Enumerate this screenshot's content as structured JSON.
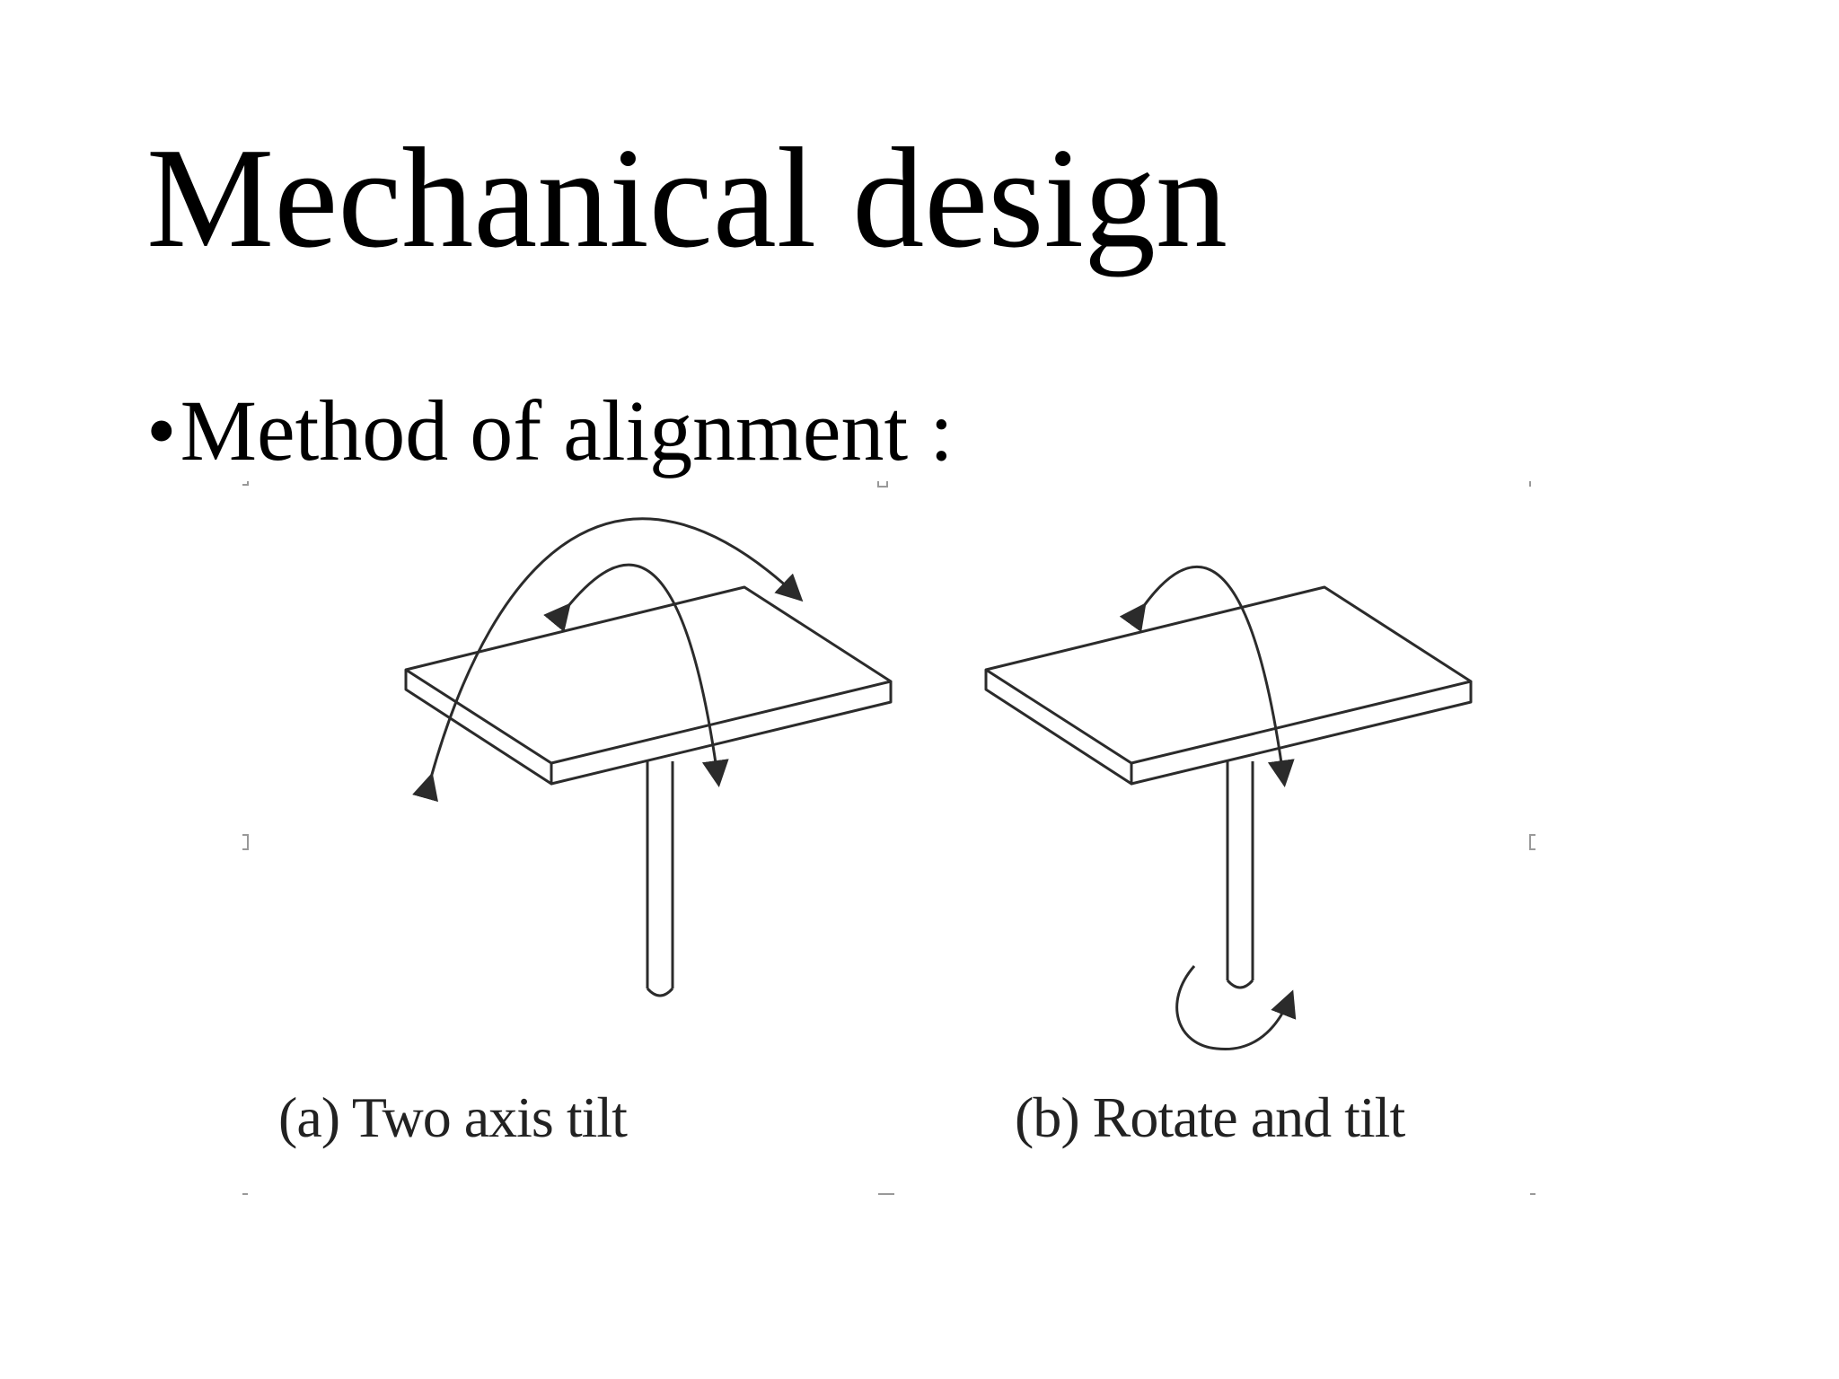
{
  "slide": {
    "title": "Mechanical design",
    "bullet": {
      "marker": "•",
      "text": "Method of alignment :"
    }
  },
  "figure": {
    "panels": [
      {
        "caption": "(a)  Two axis tilt"
      },
      {
        "caption": "(b) Rotate and tilt"
      }
    ],
    "colors": {
      "line": "#2b2b2b",
      "background": "#ffffff"
    }
  }
}
